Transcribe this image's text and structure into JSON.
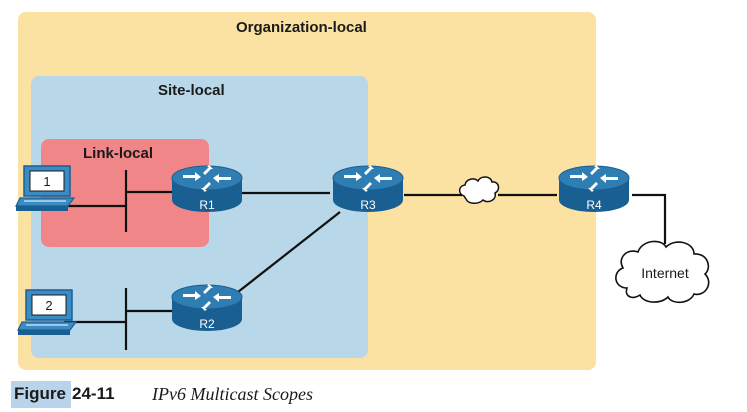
{
  "scopes": {
    "organization_local": "Organization-local",
    "site_local": "Site-local",
    "link_local": "Link-local"
  },
  "routers": {
    "r1": "R1",
    "r2": "R2",
    "r3": "R3",
    "r4": "R4"
  },
  "hosts": {
    "host1": "1",
    "host2": "2"
  },
  "clouds": {
    "internet": "Internet"
  },
  "caption": {
    "figure_word": "Figure",
    "figure_number": "24-11",
    "title": "IPv6 Multicast Scopes"
  },
  "colors": {
    "organization_scope": "#fbe2a2",
    "site_scope": "#b8d7e9",
    "link_scope": "#f08688",
    "router_top": "#2e7db3",
    "router_body": "#1a5f92",
    "caption_highlight": "#b9d3ea"
  }
}
